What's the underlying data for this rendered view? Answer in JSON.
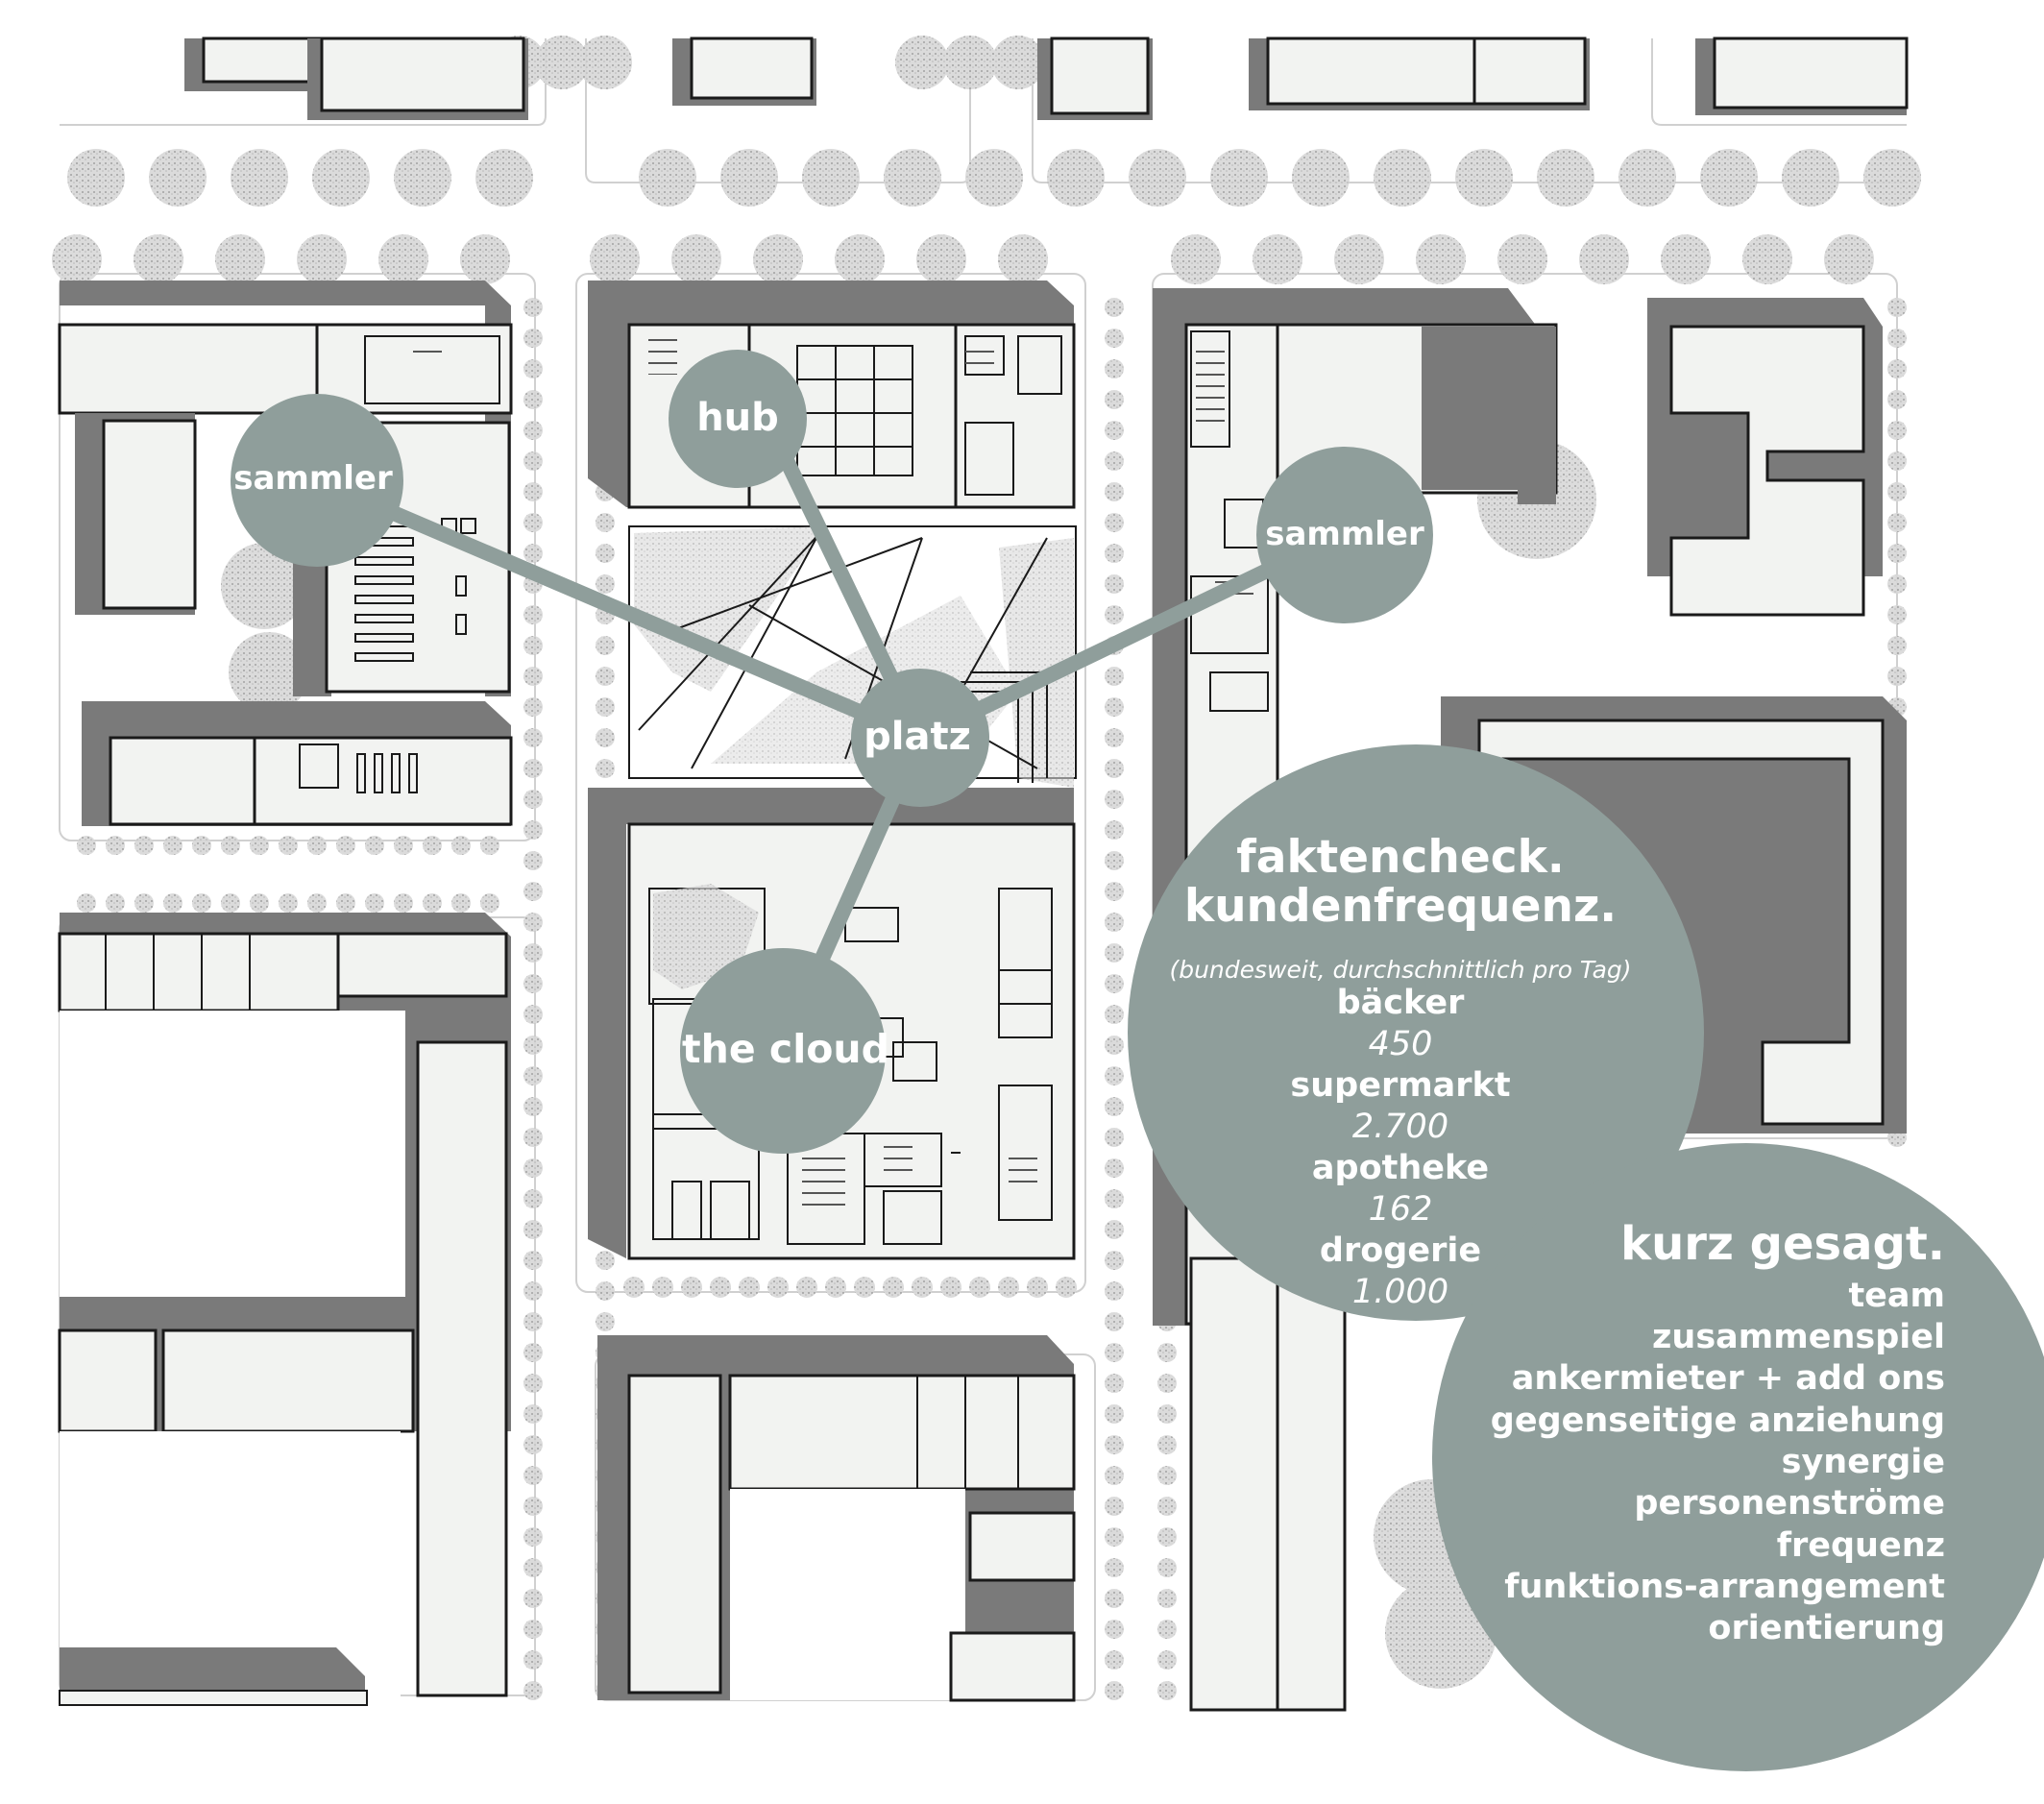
{
  "colors": {
    "circle": "#8f9e9b",
    "roof": "#7a7a7a",
    "building": "#f2f3f1",
    "line": "#1a1a1a",
    "tree": "#b8b8b8"
  },
  "nodes": {
    "sammler_left": "sammler",
    "hub": "hub",
    "sammler_right": "sammler",
    "platz": "platz",
    "the_cloud": "the cloud"
  },
  "facts": {
    "title_line1": "faktencheck.",
    "title_line2": "kundenfrequenz.",
    "note": "(bundesweit, durchschnittlich pro Tag)",
    "items": [
      {
        "label": "bäcker",
        "value": "450"
      },
      {
        "label": "supermarkt",
        "value": "2.700"
      },
      {
        "label": "apotheke",
        "value": "162"
      },
      {
        "label": "drogerie",
        "value": "1.000"
      }
    ]
  },
  "summary": {
    "title": "kurz gesagt.",
    "items": [
      "team",
      "zusammenspiel",
      "ankermieter + add ons",
      "gegenseitige anziehung",
      "synergie",
      "personenströme",
      "frequenz",
      "funktions-arrangement",
      "orientierung"
    ]
  }
}
